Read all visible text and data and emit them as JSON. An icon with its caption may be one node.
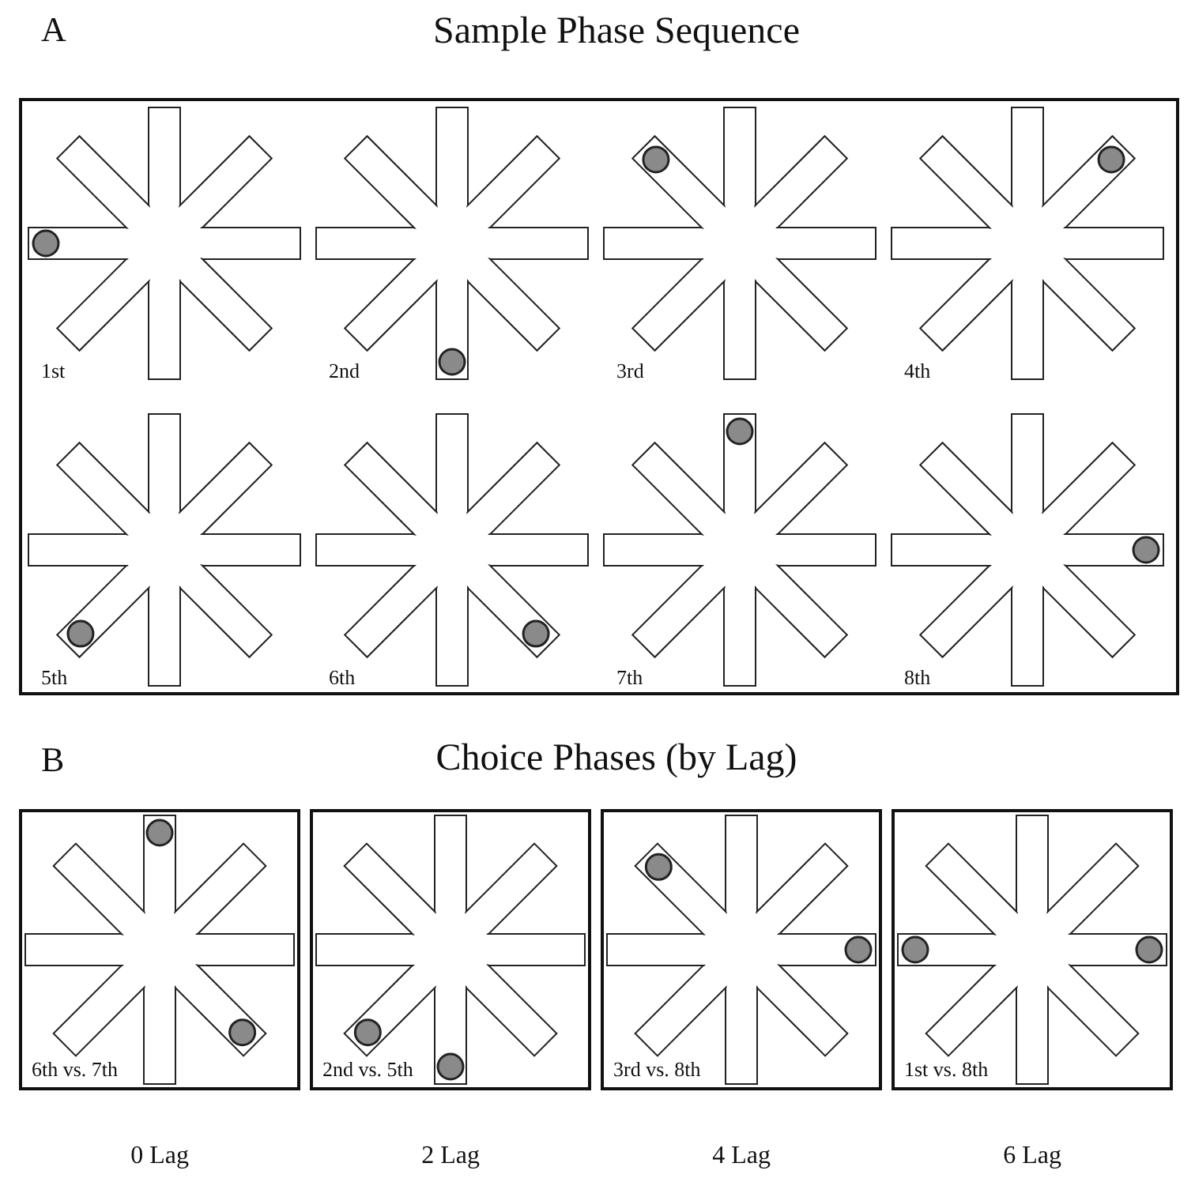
{
  "diagram": {
    "nodes": [
      {
        "text": [
          "Sample Phase Sequence"
        ]
      },
      {
        "text": [
          "1st"
        ],
        "in": 0
      },
      {
        "text": [
          "2nd"
        ],
        "in": 0
      },
      {
        "text": [
          "3rd"
        ],
        "in": 0
      },
      {
        "text": [
          "4th"
        ],
        "in": 0
      },
      {
        "text": [
          "5th"
        ],
        "in": 0
      },
      {
        "text": [
          "6th"
        ],
        "in": 0
      },
      {
        "text": [
          "7th"
        ],
        "in": 0
      },
      {
        "text": [
          "8th"
        ],
        "in": 0
      },
      {
        "text": [
          "6th vs. 7th"
        ],
        "beside": [
          "0 Lag"
        ]
      },
      {
        "text": [
          "2nd vs. 5th"
        ],
        "beside": [
          "2 Lag"
        ]
      },
      {
        "text": [
          "3rd vs. 8th"
        ],
        "beside": [
          "4 Lag"
        ]
      },
      {
        "text": [
          "1st vs. 8th"
        ],
        "beside": [
          "6 Lag"
        ]
      }
    ],
    "labels": [
      "A",
      "B",
      "Choice Phases (by Lag)"
    ]
  }
}
